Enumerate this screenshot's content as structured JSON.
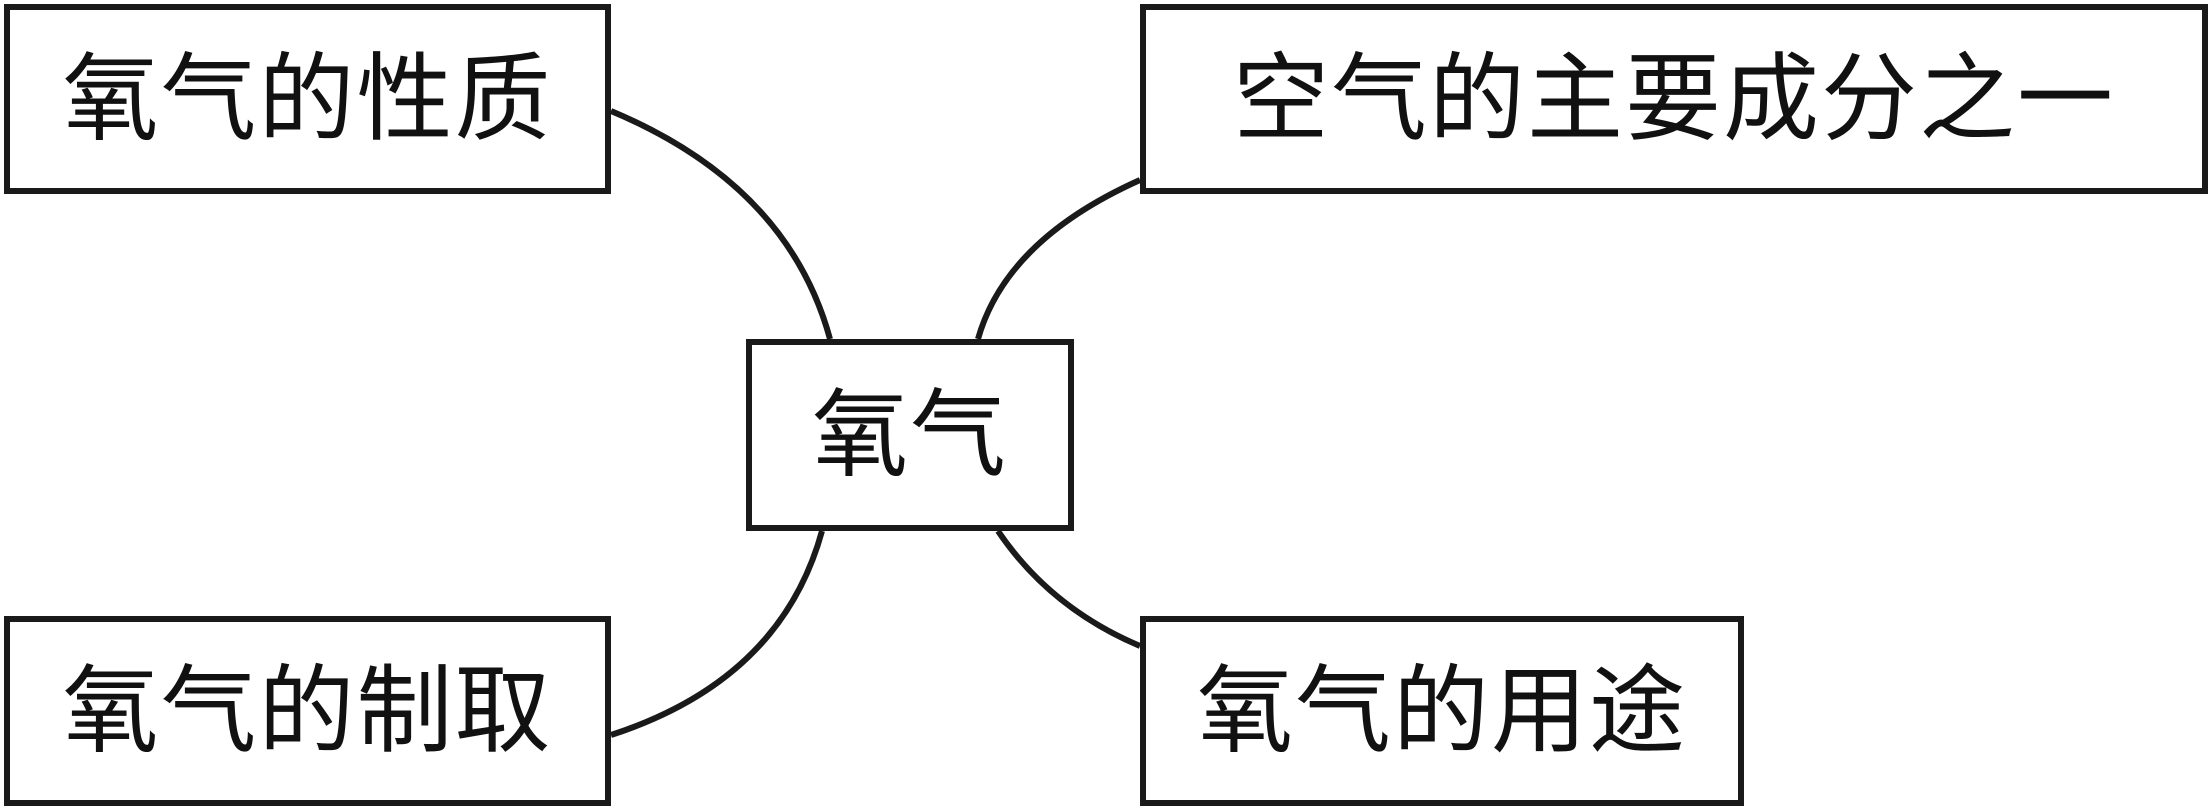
{
  "center": {
    "label": "氧气"
  },
  "branches": {
    "top_left": {
      "label": "氧气的性质"
    },
    "top_right": {
      "label": "空气的主要成分之一"
    },
    "bottom_left": {
      "label": "氧气的制取"
    },
    "bottom_right": {
      "label": "氧气的用途"
    }
  },
  "colors": {
    "line": "#1a1a1a",
    "text": "#111111",
    "background": "#ffffff"
  }
}
